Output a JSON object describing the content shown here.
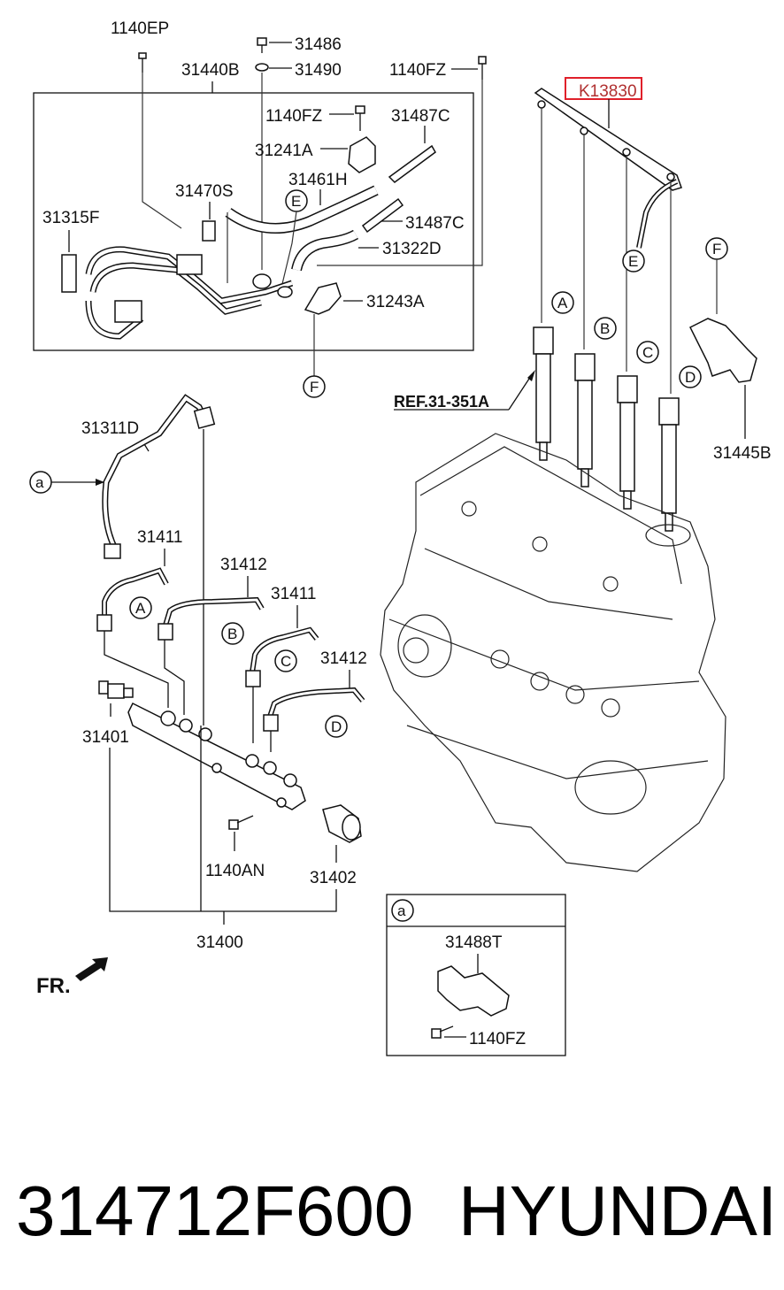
{
  "labels": {
    "p1140EP": "1140EP",
    "p31486": "31486",
    "p31490": "31490",
    "p31440B": "31440B",
    "p1140FZ_top": "1140FZ",
    "p1140FZ_box": "1140FZ",
    "p31487C_a": "31487C",
    "p31241A": "31241A",
    "p31461H": "31461H",
    "p31470S": "31470S",
    "p31487C_b": "31487C",
    "p31315F": "31315F",
    "p31322D": "31322D",
    "p31243A": "31243A",
    "pK13830": "K13830",
    "ref": "REF.31-351A",
    "p31445B": "31445B",
    "p31311D": "31311D",
    "p31411_a": "31411",
    "p31412_a": "31412",
    "p31411_b": "31411",
    "p31412_b": "31412",
    "p31401": "31401",
    "p1140AN": "1140AN",
    "p31402": "31402",
    "p31400": "31400",
    "fr": "FR.",
    "inset_a": "a",
    "p31488T": "31488T",
    "p1140FZ_inset": "1140FZ",
    "callout_a": "a"
  },
  "circles": {
    "A1": "A",
    "B1": "B",
    "C1": "C",
    "D1": "D",
    "A2": "A",
    "B2": "B",
    "C2": "C",
    "D2": "D",
    "E1": "E",
    "E2": "E",
    "F1": "F",
    "F2": "F"
  },
  "footer": {
    "part_number": "314712F600",
    "brand": "HYUNDAI"
  },
  "colors": {
    "highlight": "#e0202a"
  }
}
